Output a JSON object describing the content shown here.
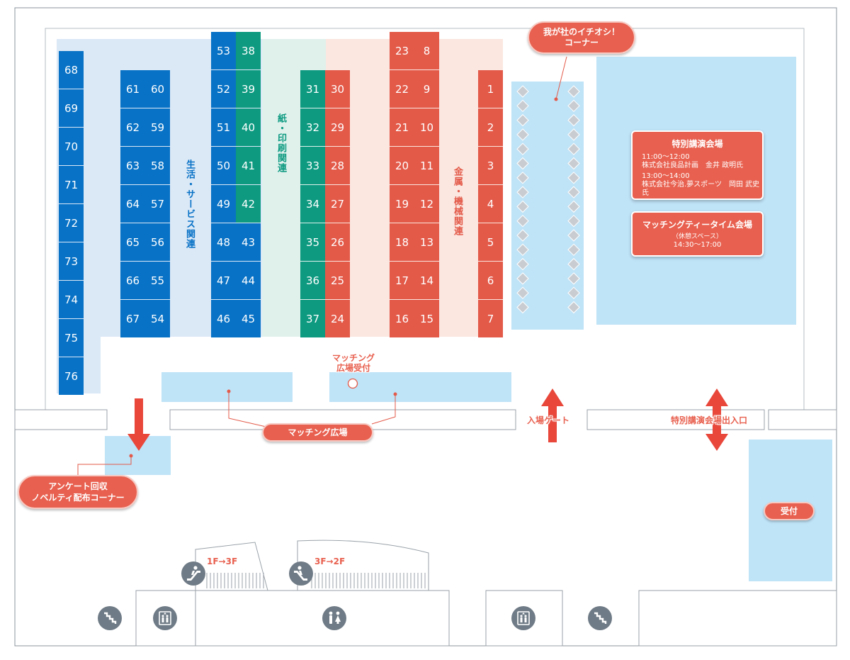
{
  "booths": {
    "blue": [
      "68",
      "69",
      "70",
      "71",
      "72",
      "73",
      "74",
      "75",
      "76",
      "61",
      "60",
      "62",
      "59",
      "63",
      "58",
      "64",
      "57",
      "65",
      "56",
      "66",
      "55",
      "67",
      "54",
      "53",
      "52",
      "51",
      "50",
      "49",
      "48",
      "43",
      "47",
      "44",
      "46",
      "45"
    ],
    "green": [
      "38",
      "39",
      "40",
      "41",
      "42",
      "31",
      "32",
      "33",
      "34",
      "35",
      "36",
      "37"
    ],
    "red": [
      "30",
      "29",
      "28",
      "27",
      "26",
      "25",
      "24",
      "23",
      "8",
      "22",
      "9",
      "21",
      "10",
      "20",
      "11",
      "19",
      "12",
      "18",
      "13",
      "17",
      "14",
      "16",
      "15",
      "1",
      "2",
      "3",
      "4",
      "5",
      "6",
      "7"
    ]
  },
  "zones": {
    "life_service": "生活・サービス関連",
    "paper_print": "紙・印刷関連",
    "metal_machine": "金属・機械関連"
  },
  "callouts": {
    "recommend": "我が社のイチオシ！\nコーナー",
    "matching_plaza": "マッチング広場",
    "matching_reception": "マッチング\n広場受付",
    "survey": "アンケート回収\nノベルティ配布コーナー",
    "reception": "受付"
  },
  "lecture": {
    "title": "特別講演会場",
    "slot1_time": "11:00〜12:00",
    "slot1_speaker": "株式会社良品計画　金井 政明氏",
    "slot2_time": "13:00〜14:00",
    "slot2_speaker": "株式会社今治.夢スポーツ　岡田 武史氏"
  },
  "teatime": {
    "title": "マッチングティータイム会場",
    "sub": "（休憩スペース）",
    "time": "14:30〜17:00"
  },
  "gates": {
    "entrance": "入場ゲート",
    "lecture_door": "特別講演会場出入口"
  },
  "escalators": {
    "left": "1F→3F",
    "right": "3F→2F"
  },
  "icons": [
    "stairs-icon",
    "elevator-icon",
    "restroom-icon",
    "escalator-icon"
  ],
  "colors": {
    "blue": "#0872c6",
    "green": "#0d9a80",
    "red": "#e35a49",
    "callout": "#e8604f",
    "pale_blue": "#bfe3f7",
    "icon_gray": "#6f7b86"
  }
}
